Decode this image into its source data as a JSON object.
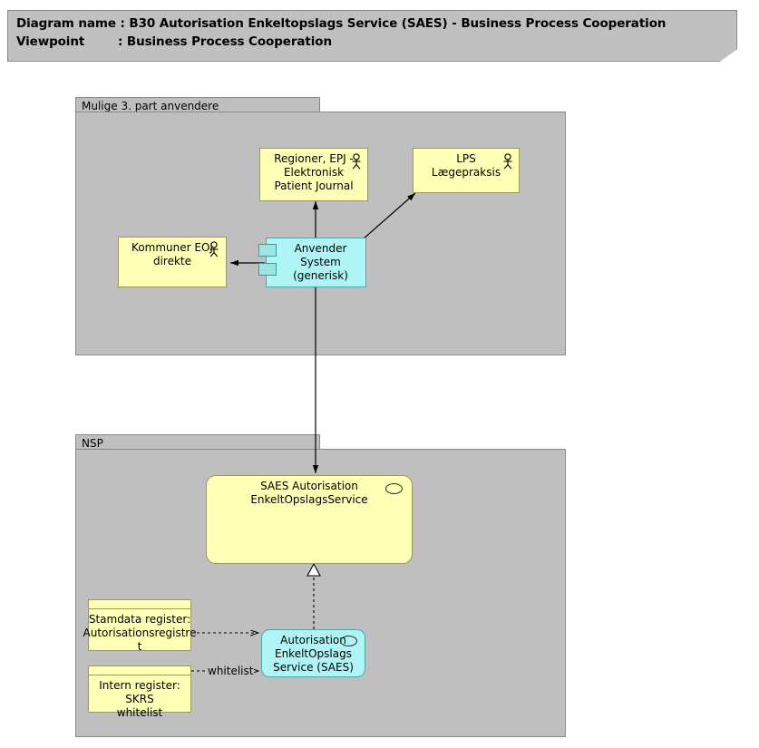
{
  "header": {
    "line1": "Diagram name : B30 Autorisation Enkeltopslags Service (SAES) - Business Process Cooperation",
    "line2": "Viewpoint        : Business Process Cooperation",
    "diagram_name_label": "Diagram name",
    "diagram_name_value": "B30 Autorisation Enkeltopslags Service (SAES) - Business Process Cooperation",
    "viewpoint_label": "Viewpoint",
    "viewpoint_value": "Business Process Cooperation"
  },
  "groups": [
    {
      "id": "third-party",
      "title": "Mulige 3. part anvendere"
    },
    {
      "id": "nsp",
      "title": "NSP"
    }
  ],
  "nodes": [
    {
      "id": "regioner-epj",
      "label": "Regioner, EPJ -\nElektronisk\nPatient Journal",
      "type": "business-actor",
      "color": "#ffffb5"
    },
    {
      "id": "lps-laegepraksis",
      "label": "LPS\nLægepraksis",
      "type": "business-actor",
      "color": "#ffffb5"
    },
    {
      "id": "kommuner-eoj",
      "label": "Kommuner EOJ\ndirekte",
      "type": "business-actor",
      "color": "#ffffb5"
    },
    {
      "id": "anvender-system",
      "label": "Anvender System\n(generisk)",
      "type": "application-component",
      "color": "#b0f5f5"
    },
    {
      "id": "saes-autorisation-service",
      "label": "SAES Autorisation\nEnkeltOpslagsService",
      "type": "business-service",
      "color": "#ffffb5"
    },
    {
      "id": "autorisation-enkeltopslags-service",
      "label": "Autorisation\nEnkeltOpslags\nService (SAES)",
      "type": "application-service",
      "color": "#b0f5f5"
    },
    {
      "id": "stamdata-register",
      "label": "Stamdata register:\nAutorisationsregistre\nt",
      "type": "data-object",
      "color": "#ffffb5"
    },
    {
      "id": "intern-register-skrs",
      "label": "Intern register: SKRS\nwhitelist",
      "type": "data-object",
      "color": "#ffffb5"
    }
  ],
  "connectors": [
    {
      "id": "anvender-to-regioner",
      "from": "anvender-system",
      "to": "regioner-epj",
      "style": "solid-arrow",
      "label": ""
    },
    {
      "id": "anvender-to-lps",
      "from": "anvender-system",
      "to": "lps-laegepraksis",
      "style": "solid-arrow",
      "label": ""
    },
    {
      "id": "anvender-to-kommuner",
      "from": "anvender-system",
      "to": "kommuner-eoj",
      "style": "solid-arrow",
      "label": ""
    },
    {
      "id": "anvender-to-saes",
      "from": "anvender-system",
      "to": "saes-autorisation-service",
      "style": "solid-arrow",
      "label": ""
    },
    {
      "id": "autorisation-realizes-saes",
      "from": "autorisation-enkeltopslags-service",
      "to": "saes-autorisation-service",
      "style": "dashed-triangle",
      "label": ""
    },
    {
      "id": "stamdata-to-autorisation",
      "from": "stamdata-register",
      "to": "autorisation-enkeltopslags-service",
      "style": "dashed-arrow",
      "label": ""
    },
    {
      "id": "skrs-to-autorisation",
      "from": "intern-register-skrs",
      "to": "autorisation-enkeltopslags-service",
      "style": "dashed-arrow",
      "label": "whitelist"
    }
  ],
  "labels": {
    "whitelist": "whitelist"
  },
  "colors": {
    "canvas": "#ffffff",
    "group_fill": "#bfbfbf",
    "group_border": "#8a8a8a",
    "yellow_fill": "#ffffb5",
    "yellow_border": "#9a9a5a",
    "cyan_fill": "#b0f5f5",
    "cyan_border": "#4fa8a8",
    "title_fill": "#c0c0c0",
    "line": "#000000"
  }
}
